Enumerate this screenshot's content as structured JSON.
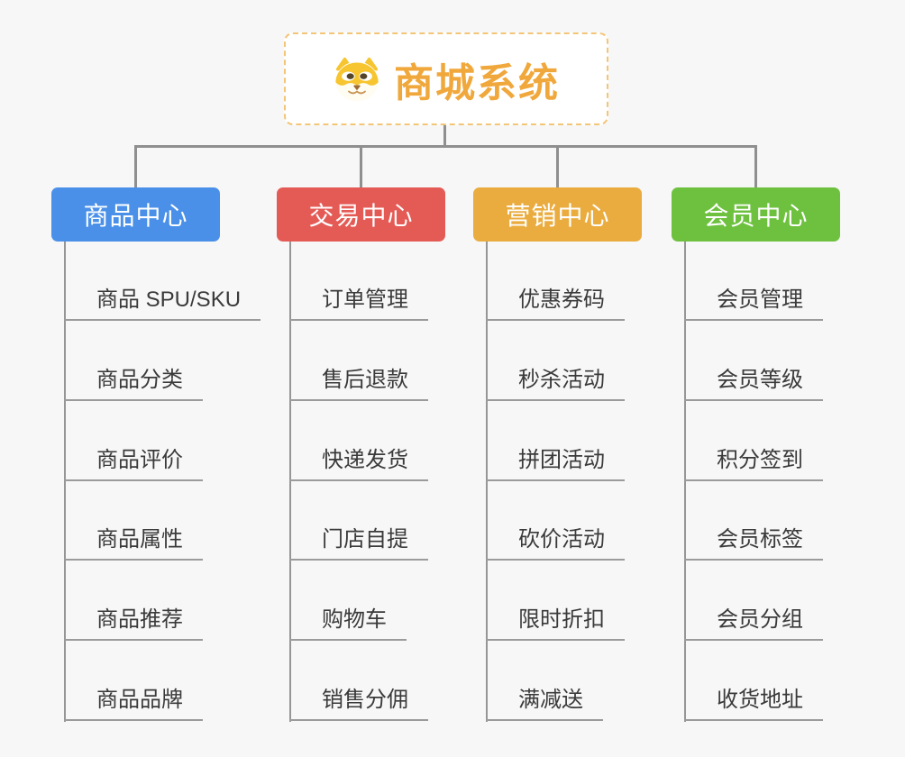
{
  "page": {
    "background": "#f7f7f7",
    "connector_color": "#8f8f8f",
    "underline_color": "#9b9b9b",
    "leaf_text_color": "#3a3a3a"
  },
  "root": {
    "title": "商城系统",
    "text_color": "#f0a83c",
    "border_color": "#f3c577",
    "background": "#ffffff",
    "icon": "shiba-dog-icon"
  },
  "branches": [
    {
      "label": "商品中心",
      "color": "#4a90e8",
      "items": [
        "商品 SPU/SKU",
        "商品分类",
        "商品评价",
        "商品属性",
        "商品推荐",
        "商品品牌"
      ]
    },
    {
      "label": "交易中心",
      "color": "#e45b56",
      "items": [
        "订单管理",
        "售后退款",
        "快递发货",
        "门店自提",
        "购物车",
        "销售分佣"
      ]
    },
    {
      "label": "营销中心",
      "color": "#eaac3f",
      "items": [
        "优惠券码",
        "秒杀活动",
        "拼团活动",
        "砍价活动",
        "限时折扣",
        "满减送"
      ]
    },
    {
      "label": "会员中心",
      "color": "#6ec13f",
      "items": [
        "会员管理",
        "会员等级",
        "积分签到",
        "会员标签",
        "会员分组",
        "收货地址"
      ]
    }
  ]
}
